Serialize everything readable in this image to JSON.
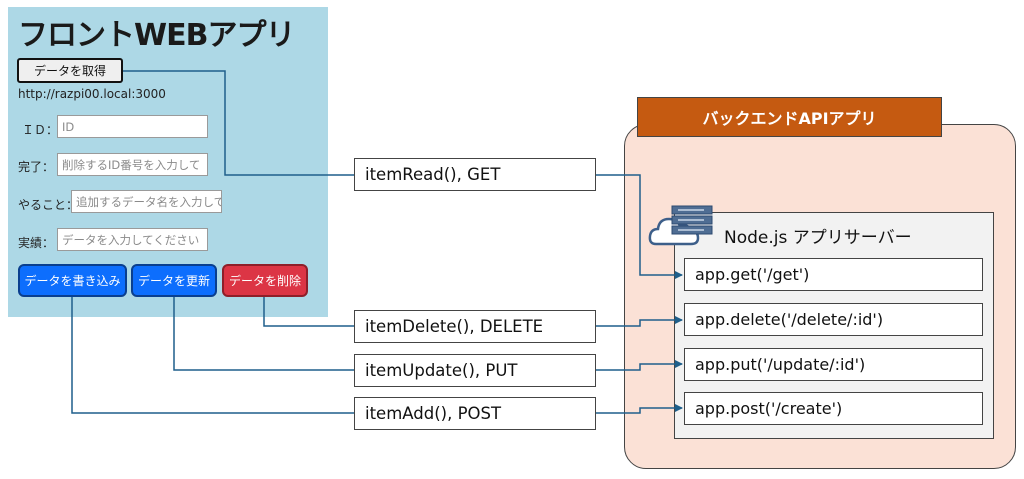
{
  "front": {
    "title": "フロントWEBアプリ",
    "fetch_label": "データを取得",
    "url": "http://razpi00.local:3000",
    "fields": [
      {
        "label": "ＩＤ：",
        "placeholder": "ID"
      },
      {
        "label": "完了：",
        "placeholder": "削除するID番号を入力して"
      },
      {
        "label": "やること：",
        "placeholder": "追加するデータ名を入力して"
      },
      {
        "label": "実績：",
        "placeholder": "データを入力してください"
      }
    ],
    "buttons": {
      "add": "データを書き込み",
      "update": "データを更新",
      "delete": "データを削除"
    },
    "colors": {
      "panel": "#add8e6",
      "primary": "#0d6efd",
      "danger": "#dc3545"
    }
  },
  "functions": [
    "itemRead(), GET",
    "itemDelete(), DELETE",
    "itemUpdate(), PUT",
    "itemAdd(), POST"
  ],
  "backend": {
    "title": "バックエンドAPIアプリ",
    "server_label": "Node.js アプリサーバー",
    "server_icon": "cloud-server-icon",
    "routes": [
      "app.get('/get')",
      "app.delete('/delete/:id')",
      "app.put('/update/:id')",
      "app.post('/create')"
    ],
    "colors": {
      "title": "#c55a11",
      "panel": "#fbe1d6",
      "wire": "#1f5f8b"
    }
  }
}
